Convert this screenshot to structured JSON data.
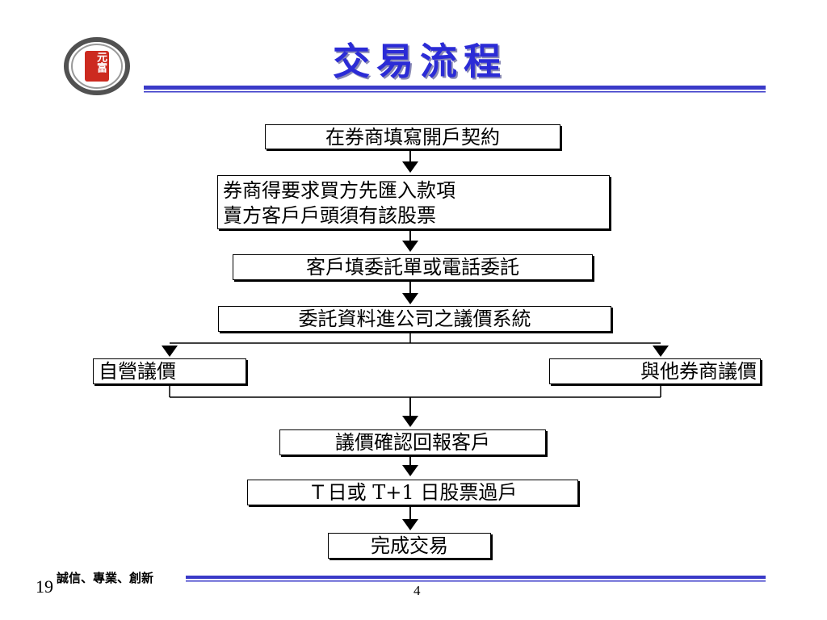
{
  "header": {
    "logo_text": "元富",
    "title": "交易流程"
  },
  "flow": {
    "step1": "在券商填寫開戶契約",
    "step2_line1": "券商得要求買方先匯入款項",
    "step2_line2": "賣方客戶戶頭須有該股票",
    "step3": "客戶填委託單或電話委託",
    "step4": "委託資料進公司之議價系統",
    "branch_left": "自營議價",
    "branch_right": "與他券商議價",
    "step5": "議價確認回報客戶",
    "step6": "Ｔ日或 T+1 日股票過戶",
    "step7": "完成交易"
  },
  "footer": {
    "slide_number": "19",
    "slogan": "誠信、專業、創新",
    "page_number": "4"
  },
  "colors": {
    "title": "#2b2bd6",
    "rule_blue": "#3a3ac8",
    "logo_red": "#cc2a1f"
  }
}
